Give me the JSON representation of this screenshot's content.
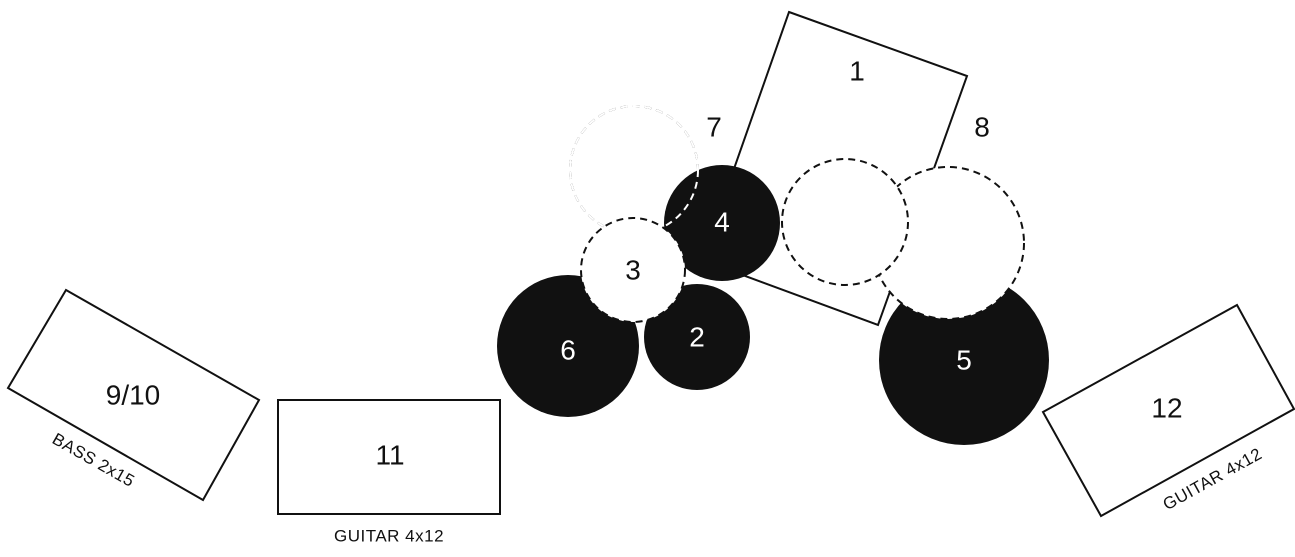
{
  "colors": {
    "background": "#ffffff",
    "stroke": "#111111",
    "filled": "#111111",
    "filled_label": "#ffffff",
    "outline_label": "#111111"
  },
  "labels": {
    "l1": "1",
    "l2": "2",
    "l3": "3",
    "l4": "4",
    "l5": "5",
    "l6": "6",
    "l7": "7",
    "l8": "8",
    "l9_10": "9/10",
    "l11": "11",
    "l12": "12"
  },
  "captions": {
    "bass_cab": "BASS 2x15",
    "guitar_cab_left": "GUITAR 4x12",
    "guitar_cab_right": "GUITAR 4x12"
  }
}
